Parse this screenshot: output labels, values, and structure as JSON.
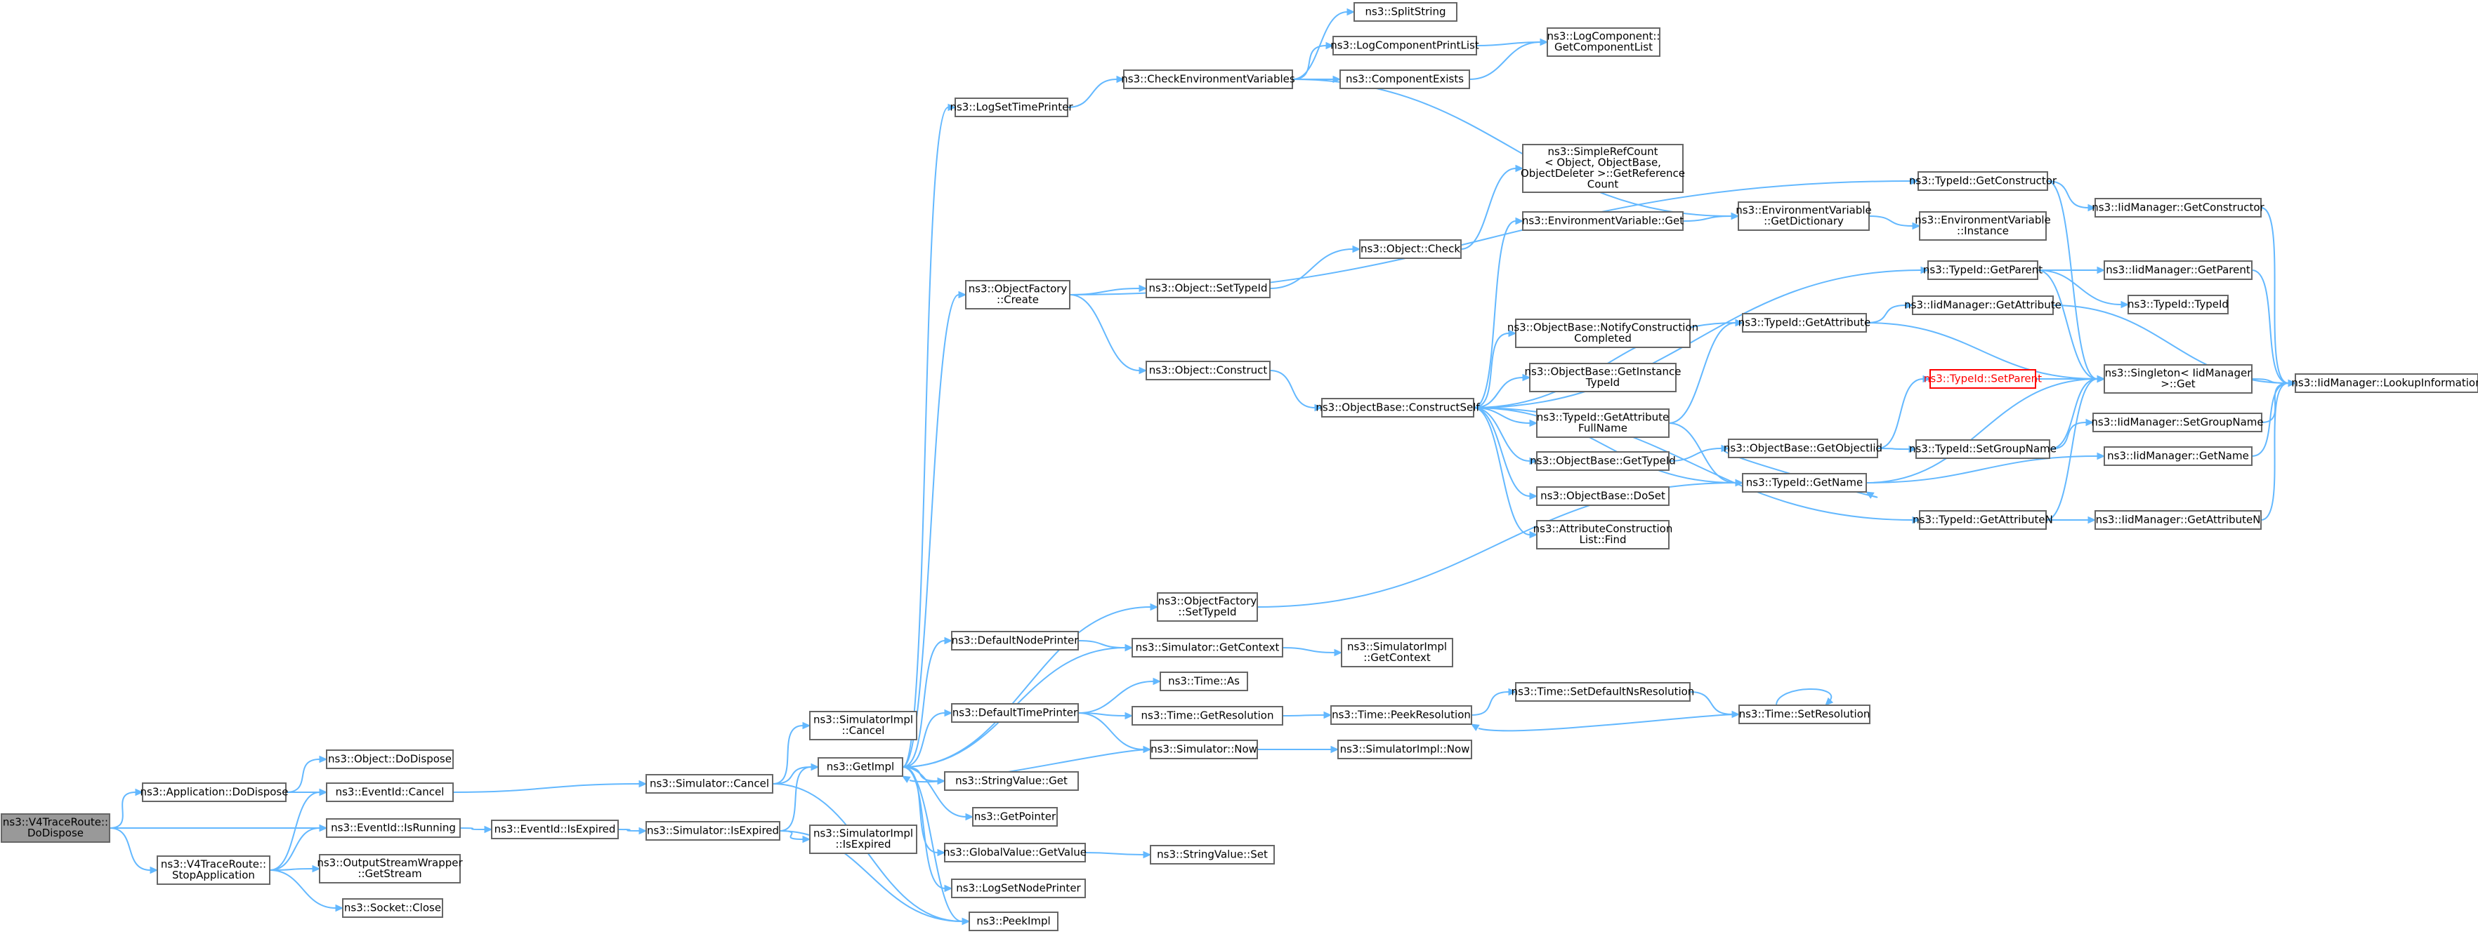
{
  "graph": {
    "nodes": [
      {
        "id": "root",
        "lines": [
          "ns3::V4TraceRoute::",
          "DoDispose"
        ],
        "kind": "root"
      },
      {
        "id": "appdd",
        "lines": [
          "ns3::Application::DoDispose"
        ]
      },
      {
        "id": "stopapp",
        "lines": [
          "ns3::V4TraceRoute::",
          "StopApplication"
        ]
      },
      {
        "id": "objdd",
        "lines": [
          "ns3::Object::DoDispose"
        ]
      },
      {
        "id": "evcancel",
        "lines": [
          "ns3::EventId::Cancel"
        ]
      },
      {
        "id": "evrun",
        "lines": [
          "ns3::EventId::IsRunning"
        ]
      },
      {
        "id": "osw",
        "lines": [
          "ns3::OutputStreamWrapper",
          "::GetStream"
        ]
      },
      {
        "id": "sockclose",
        "lines": [
          "ns3::Socket::Close"
        ]
      },
      {
        "id": "evexp",
        "lines": [
          "ns3::EventId::IsExpired"
        ]
      },
      {
        "id": "simcancel",
        "lines": [
          "ns3::Simulator::Cancel"
        ]
      },
      {
        "id": "simexp",
        "lines": [
          "ns3::Simulator::IsExpired"
        ]
      },
      {
        "id": "simimplcancel",
        "lines": [
          "ns3::SimulatorImpl",
          "::Cancel"
        ]
      },
      {
        "id": "getimpl",
        "lines": [
          "ns3::GetImpl"
        ]
      },
      {
        "id": "simimplexp",
        "lines": [
          "ns3::SimulatorImpl",
          "::IsExpired"
        ]
      },
      {
        "id": "peekimpl",
        "lines": [
          "ns3::PeekImpl"
        ]
      },
      {
        "id": "logtime",
        "lines": [
          "ns3::LogSetTimePrinter"
        ]
      },
      {
        "id": "ofcreate",
        "lines": [
          "ns3::ObjectFactory",
          "::Create"
        ]
      },
      {
        "id": "defnode",
        "lines": [
          "ns3::DefaultNodePrinter"
        ]
      },
      {
        "id": "deftime",
        "lines": [
          "ns3::DefaultTimePrinter"
        ]
      },
      {
        "id": "strget",
        "lines": [
          "ns3::StringValue::Get"
        ]
      },
      {
        "id": "getptr",
        "lines": [
          "ns3::GetPointer"
        ]
      },
      {
        "id": "gvget",
        "lines": [
          "ns3::GlobalValue::GetValue"
        ]
      },
      {
        "id": "lognode",
        "lines": [
          "ns3::LogSetNodePrinter"
        ]
      },
      {
        "id": "checkenv",
        "lines": [
          "ns3::CheckEnvironmentVariables"
        ]
      },
      {
        "id": "setypeid",
        "lines": [
          "ns3::Object::SetTypeId"
        ]
      },
      {
        "id": "objconstruct",
        "lines": [
          "ns3::Object::Construct"
        ]
      },
      {
        "id": "ofsettid",
        "lines": [
          "ns3::ObjectFactory",
          "::SetTypeId"
        ]
      },
      {
        "id": "simctx",
        "lines": [
          "ns3::Simulator::GetContext"
        ]
      },
      {
        "id": "timeas",
        "lines": [
          "ns3::Time::As"
        ]
      },
      {
        "id": "timeres",
        "lines": [
          "ns3::Time::GetResolution"
        ]
      },
      {
        "id": "simnow",
        "lines": [
          "ns3::Simulator::Now"
        ]
      },
      {
        "id": "strset",
        "lines": [
          "ns3::StringValue::Set"
        ]
      },
      {
        "id": "split",
        "lines": [
          "ns3::SplitString"
        ]
      },
      {
        "id": "logprint",
        "lines": [
          "ns3::LogComponentPrintList"
        ]
      },
      {
        "id": "compexists",
        "lines": [
          "ns3::ComponentExists"
        ]
      },
      {
        "id": "objcheck",
        "lines": [
          "ns3::Object::Check"
        ]
      },
      {
        "id": "construct",
        "lines": [
          "ns3::ObjectBase::ConstructSelf"
        ]
      },
      {
        "id": "simimplctx",
        "lines": [
          "ns3::SimulatorImpl",
          "::GetContext"
        ]
      },
      {
        "id": "peekres",
        "lines": [
          "ns3::Time::PeekResolution"
        ]
      },
      {
        "id": "simimplnow",
        "lines": [
          "ns3::SimulatorImpl::Now"
        ]
      },
      {
        "id": "logcomplist",
        "lines": [
          "ns3::LogComponent::",
          "GetComponentList"
        ]
      },
      {
        "id": "refcount",
        "lines": [
          "ns3::SimpleRefCount",
          "< Object, ObjectBase,",
          "ObjectDeleter >::GetReference",
          "Count"
        ]
      },
      {
        "id": "envget",
        "lines": [
          "ns3::EnvironmentVariable::Get"
        ]
      },
      {
        "id": "notify",
        "lines": [
          "ns3::ObjectBase::NotifyConstruction",
          "Completed"
        ]
      },
      {
        "id": "getinst",
        "lines": [
          "ns3::ObjectBase::GetInstance",
          "TypeId"
        ]
      },
      {
        "id": "tidattrfull",
        "lines": [
          "ns3::TypeId::GetAttribute",
          "FullName"
        ]
      },
      {
        "id": "obgettid",
        "lines": [
          "ns3::ObjectBase::GetTypeId"
        ]
      },
      {
        "id": "doset",
        "lines": [
          "ns3::ObjectBase::DoSet"
        ]
      },
      {
        "id": "attrfind",
        "lines": [
          "ns3::AttributeConstruction",
          "List::Find"
        ]
      },
      {
        "id": "setdefres",
        "lines": [
          "ns3::Time::SetDefaultNsResolution"
        ]
      },
      {
        "id": "envdict",
        "lines": [
          "ns3::EnvironmentVariable",
          "::GetDictionary"
        ]
      },
      {
        "id": "tidattr",
        "lines": [
          "ns3::TypeId::GetAttribute"
        ]
      },
      {
        "id": "obgetoid",
        "lines": [
          "ns3::ObjectBase::GetObjectIid"
        ]
      },
      {
        "id": "tidname",
        "lines": [
          "ns3::TypeId::GetName"
        ]
      },
      {
        "id": "setres",
        "lines": [
          "ns3::Time::SetResolution"
        ]
      },
      {
        "id": "tidctor",
        "lines": [
          "ns3::TypeId::GetConstructor"
        ]
      },
      {
        "id": "envinst",
        "lines": [
          "ns3::EnvironmentVariable",
          "::Instance"
        ]
      },
      {
        "id": "tidparent",
        "lines": [
          "ns3::TypeId::GetParent"
        ]
      },
      {
        "id": "iidgetattr",
        "lines": [
          "ns3::IidManager::GetAttribute"
        ]
      },
      {
        "id": "tidsetparent",
        "lines": [
          "ns3::TypeId::SetParent"
        ],
        "kind": "highlight"
      },
      {
        "id": "tidsetgroup",
        "lines": [
          "ns3::TypeId::SetGroupName"
        ]
      },
      {
        "id": "tidattrn",
        "lines": [
          "ns3::TypeId::GetAttributeN"
        ]
      },
      {
        "id": "iidctor",
        "lines": [
          "ns3::IidManager::GetConstructor"
        ]
      },
      {
        "id": "iidparent",
        "lines": [
          "ns3::IidManager::GetParent"
        ]
      },
      {
        "id": "tidtid",
        "lines": [
          "ns3::TypeId::TypeId"
        ]
      },
      {
        "id": "singleton",
        "lines": [
          "ns3::Singleton< IidManager",
          ">::Get"
        ]
      },
      {
        "id": "iidsetgroup",
        "lines": [
          "ns3::IidManager::SetGroupName"
        ]
      },
      {
        "id": "iidname",
        "lines": [
          "ns3::IidManager::GetName"
        ]
      },
      {
        "id": "iidattrn",
        "lines": [
          "ns3::IidManager::GetAttributeN"
        ]
      },
      {
        "id": "lookup",
        "lines": [
          "ns3::IidManager::LookupInformation"
        ]
      }
    ]
  }
}
